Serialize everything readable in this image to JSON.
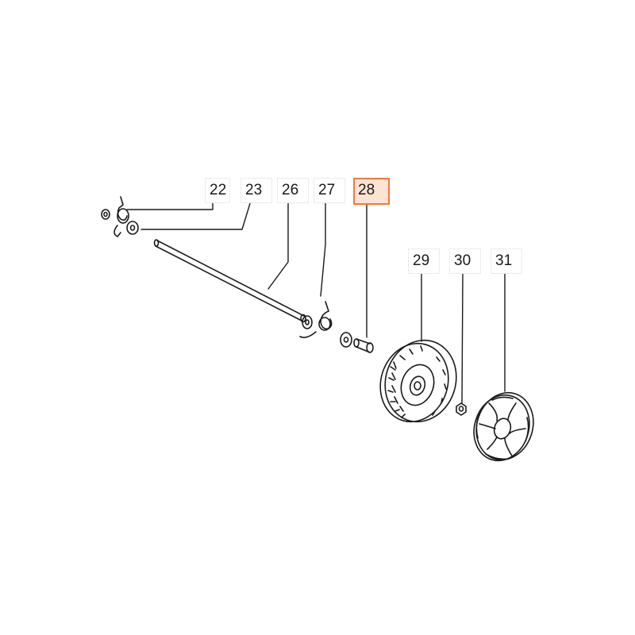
{
  "parts": [
    {
      "id": "part-22",
      "number": "22",
      "highlighted": false
    },
    {
      "id": "part-23",
      "number": "23",
      "highlighted": false
    },
    {
      "id": "part-26",
      "number": "26",
      "highlighted": false
    },
    {
      "id": "part-27",
      "number": "27",
      "highlighted": false
    },
    {
      "id": "part-28",
      "number": "28",
      "highlighted": true
    },
    {
      "id": "part-29",
      "number": "29",
      "highlighted": false
    },
    {
      "id": "part-30",
      "number": "30",
      "highlighted": false
    },
    {
      "id": "part-31",
      "number": "31",
      "highlighted": false
    }
  ],
  "colors": {
    "line": "#1a1a1a",
    "highlight_fill": "#fde3d3",
    "highlight_border": "#ef7a3c"
  }
}
